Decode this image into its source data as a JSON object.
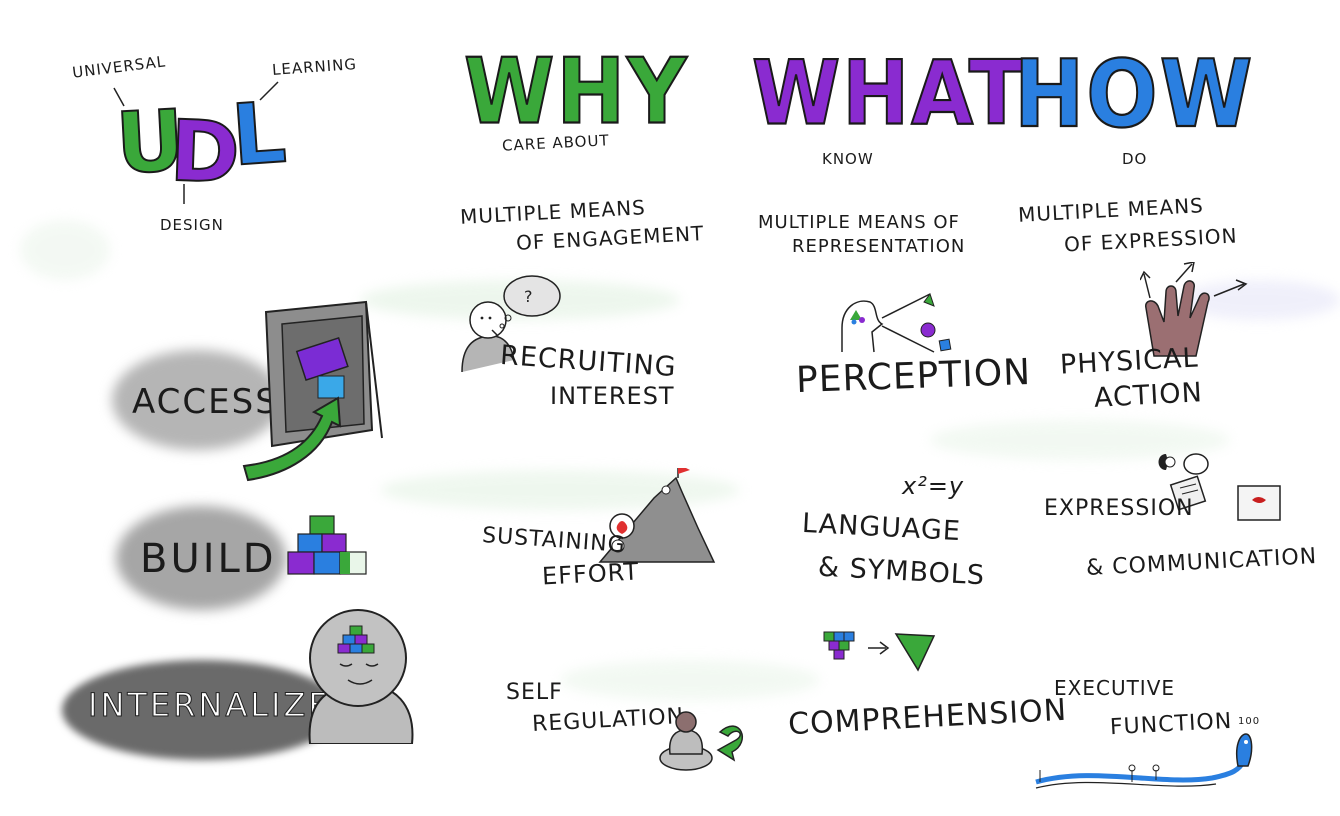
{
  "colors": {
    "why": "#3aa83a",
    "what": "#8a2bd0",
    "how": "#2a7fe0",
    "udl_u": "#3aa83a",
    "udl_d": "#8a2bd0",
    "udl_l": "#2a7fe0",
    "cloud_gray": "#a9a9a9",
    "cloud_dark": "#7d7d7d"
  },
  "udl": {
    "u": "U",
    "d": "D",
    "l": "L",
    "universal": "UNIVERSAL",
    "learning": "LEARNING",
    "design": "DESIGN"
  },
  "rows": {
    "access": "ACCESS",
    "build": "BUILD",
    "internalize": "INTERNALIZE"
  },
  "columns": {
    "why": {
      "title": "WHY",
      "subtitle": "CARE ABOUT",
      "means_line1": "MULTIPLE MEANS",
      "means_line2": "OF ENGAGEMENT",
      "item1_line1": "RECRUITING",
      "item1_line2": "INTEREST",
      "item2_line1": "SUSTAINING",
      "item2_line2": "EFFORT",
      "item3_line1": "SELF",
      "item3_line2": "REGULATION"
    },
    "what": {
      "title": "WHAT",
      "subtitle": "KNOW",
      "means_line1": "MULTIPLE MEANS OF",
      "means_line2": "REPRESENTATION",
      "item1": "PERCEPTION",
      "item2_line1": "LANGUAGE",
      "item2_line2": "& SYMBOLS",
      "equation": "x²=y",
      "item3": "COMPREHENSION"
    },
    "how": {
      "title": "HOW",
      "subtitle": "DO",
      "means_line1": "MULTIPLE   MEANS",
      "means_line2": "OF EXPRESSION",
      "item1_line1": "PHYSICAL",
      "item1_line2": "ACTION",
      "item2_line1": "EXPRESSION",
      "item2_line2": "& COMMUNICATION",
      "item3_line1": "EXECUTIVE",
      "item3_line2": "FUNCTION",
      "goal_label": "100"
    }
  }
}
